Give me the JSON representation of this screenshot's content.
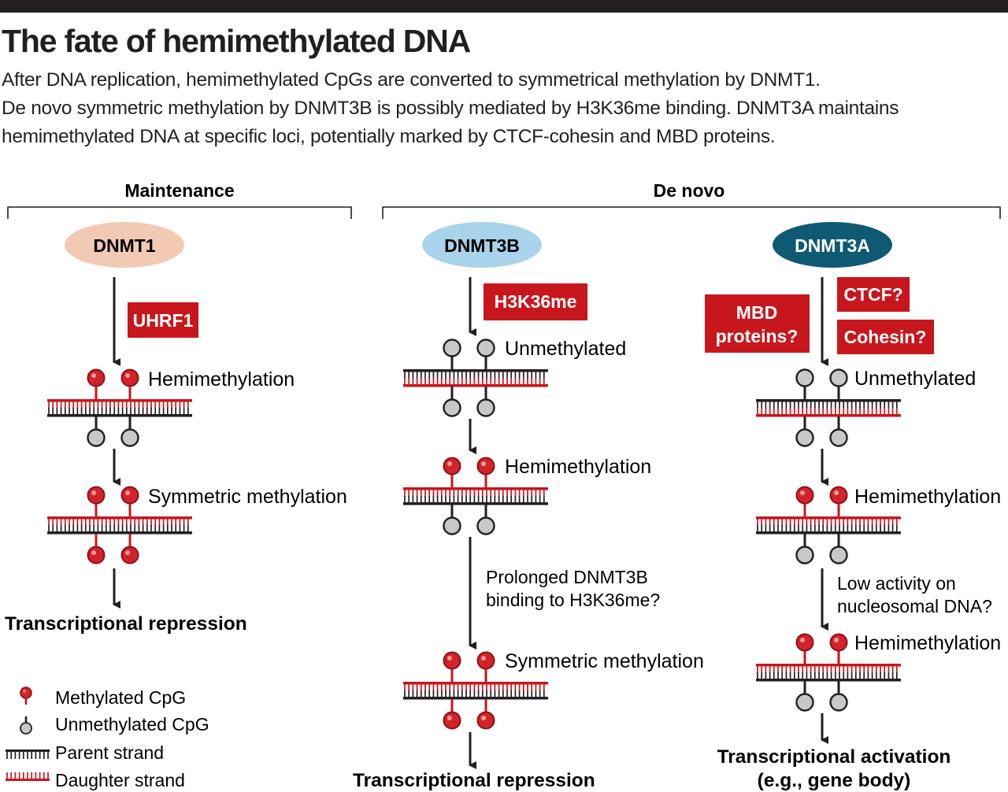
{
  "title": "The fate of hemimethylated DNA",
  "intro": [
    "After DNA replication, hemimethylated CpGs are converted to symmetrical methylation by DNMT1.",
    "De novo symmetric methylation by DNMT3B is possibly mediated by H3K36me binding. DNMT3A maintains",
    "hemimethylated DNA at specific loci, potentially marked by CTCF-cohesin and MBD proteins."
  ],
  "sections": {
    "maintenance": "Maintenance",
    "de_novo": "De novo"
  },
  "enzymes": {
    "dnmt1": "DNMT1",
    "dnmt3b": "DNMT3B",
    "dnmt3a": "DNMT3A"
  },
  "factors": {
    "uhrf1": "UHRF1",
    "h3k36me": "H3K36me",
    "mbd_line1": "MBD",
    "mbd_line2": "proteins?",
    "ctcf": "CTCF?",
    "cohesin": "Cohesin?"
  },
  "states": {
    "hemimethylation": "Hemimethylation",
    "symmetric": "Symmetric methylation",
    "unmethylated": "Unmethylated"
  },
  "notes": {
    "prolonged_line1": "Prolonged DNMT3B",
    "prolonged_line2": "binding to H3K36me?",
    "low_activity_line1": "Low activity on",
    "low_activity_line2": "nucleosomal DNA?"
  },
  "outcomes": {
    "repression": "Transcriptional repression",
    "activation_line1": "Transcriptional activation",
    "activation_line2": "(e.g., gene body)"
  },
  "legend": {
    "methylated": "Methylated CpG",
    "unmethylated": "Unmethylated CpG",
    "parent": "Parent strand",
    "daughter": "Daughter strand"
  },
  "colors": {
    "text": "#231f20",
    "red_box": "#c8161d",
    "methyl_red": "#d2232a",
    "unmethyl_gray": "#c8c8c8",
    "dnmt1_fill": "#f2c9b3",
    "dnmt3b_fill": "#a9d3ea",
    "dnmt3a_fill": "#0f5a73"
  }
}
